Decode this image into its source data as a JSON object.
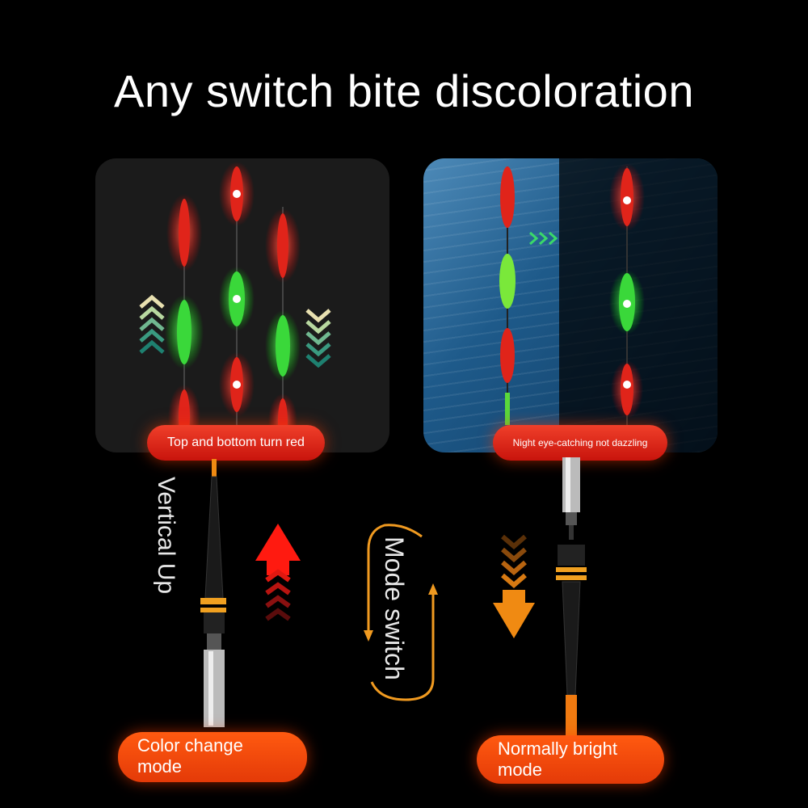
{
  "title": "Any switch bite discoloration",
  "labels": {
    "top_bottom_red": "Top and bottom turn red",
    "night": "Night eye-catching not dazzling",
    "vertical_up": "Vertical Up",
    "mode_switch": "Mode switch",
    "color_change_mode": [
      "Color change",
      "mode"
    ],
    "normally_bright_mode": [
      "Normally bright",
      "mode"
    ]
  },
  "colors": {
    "red_light": "#ff2a1a",
    "green_light": "#3cff3c",
    "orange_accent": "#f08a12",
    "background": "#000000"
  },
  "icons": [
    "up-chevrons-icon",
    "down-chevrons-icon",
    "red-up-arrow-icon",
    "orange-down-arrow-icon",
    "cycle-arrows-icon",
    "double-chevron-right-icon"
  ]
}
